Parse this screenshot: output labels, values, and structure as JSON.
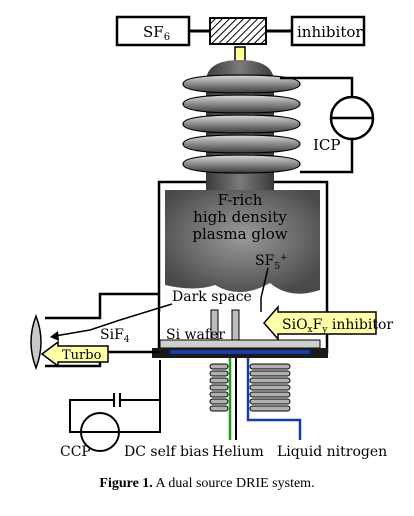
{
  "labels": {
    "sf6_main": "SF",
    "sf6_sub": "6",
    "inhibitor_top": "inhibitor",
    "icp": "ICP",
    "plasma_line1": "F-rich",
    "plasma_line2": "high density",
    "plasma_line3": "plasma glow",
    "sf5_main": "SF",
    "sf5_sub": "5",
    "sf5_sup": "+",
    "dark_space": "Dark space",
    "sif4_main": "SiF",
    "sif4_sub": "4",
    "si_wafer": "Si wafer",
    "sioxfy_a": "SiO",
    "sioxfy_x": "x",
    "sioxfy_f": "F",
    "sioxfy_y": "y",
    "sioxfy_tail": " inhibitor",
    "turbo": "Turbo",
    "ccp": "CCP",
    "dc_self_bias": "DC self bias",
    "helium": "Helium",
    "liquid_nitrogen": "Liquid nitrogen"
  },
  "caption": {
    "label": "Figure 1.",
    "text": " A dual source DRIE system."
  },
  "colors": {
    "plasma_dark": "#5c5c5c",
    "plasma_light": "#9a9a9a",
    "chamber_gray": "#7a7a7a",
    "callout_yellow": "#ffffaa",
    "helium_line": "#1aa01a",
    "nitrogen_line": "#1a3aa8"
  }
}
